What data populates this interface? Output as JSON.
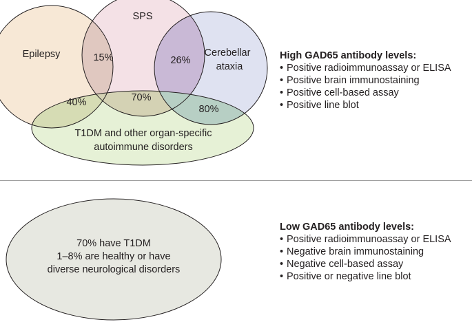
{
  "high_panel": {
    "sets": {
      "epilepsy": "Epilepsy",
      "sps": "SPS",
      "cerebellar_line1": "Cerebellar",
      "cerebellar_line2": "ataxia",
      "t1dm_line1": "T1DM and other organ-specific",
      "t1dm_line2": "autoimmune disorders"
    },
    "overlaps": {
      "epilepsy_sps": "15%",
      "sps_cerebellar": "26%",
      "epilepsy_t1dm": "40%",
      "sps_t1dm": "70%",
      "cerebellar_t1dm": "80%"
    },
    "title": "High GAD65 antibody levels:",
    "bullets": [
      "Positive radioimmunoassay or ELISA",
      "Positive brain immunostaining",
      "Positive cell-based assay",
      "Positive line blot"
    ]
  },
  "low_panel": {
    "ellipse_lines": [
      "70% have T1DM",
      "1–8% are healthy or have",
      "diverse neurological disorders"
    ],
    "title": "Low GAD65 antibody levels:",
    "bullets": [
      "Positive radioimmunoassay or ELISA",
      "Negative brain immunostaining",
      "Negative cell-based assay",
      "Positive or negative line blot"
    ]
  },
  "colors": {
    "epilepsy_fill": "#f7e8d6",
    "sps_fill": "#f4e1e6",
    "cerebellar_fill": "#dfe2f1",
    "t1dm_fill": "#e6f1d6",
    "overlap_epi_sps": "#e0c8c0",
    "overlap_sps_cereb": "#c9b9d6",
    "overlap_epi_t1dm": "#d6dcb4",
    "overlap_sps_t1dm": "#d4d2b4",
    "overlap_cereb_t1dm": "#b7cfc4",
    "low_ellipse_fill": "#e7e8e1",
    "outline": "#231f20"
  }
}
